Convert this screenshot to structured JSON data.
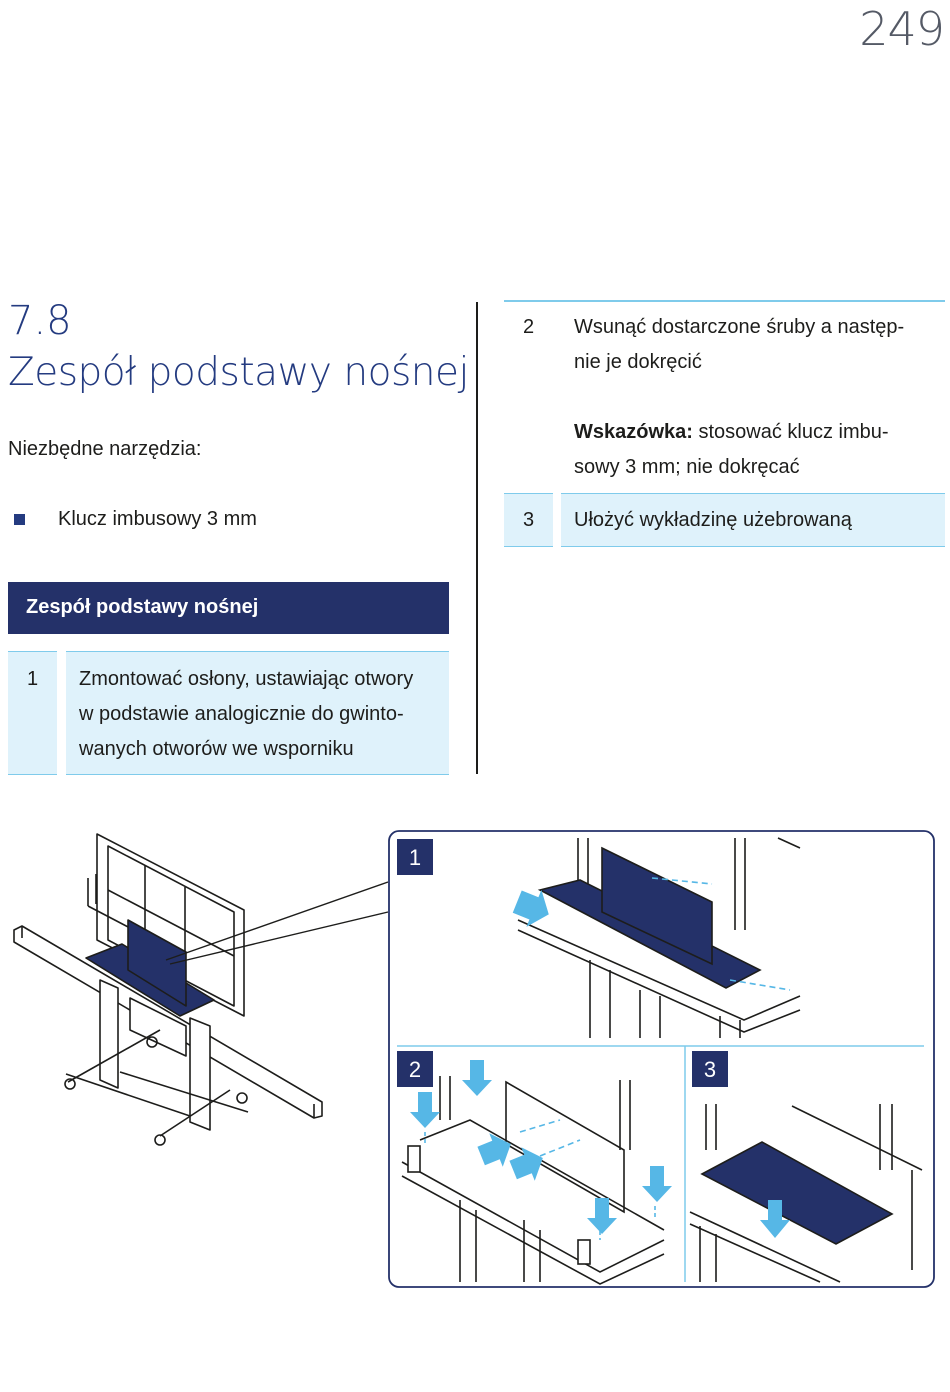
{
  "page_number": "249",
  "section": {
    "number": "7.8",
    "title": "Zespół podstawy nośnej"
  },
  "tools": {
    "label": "Niezbędne narzędzia:",
    "items": [
      "Klucz imbusowy 3 mm"
    ]
  },
  "table": {
    "header": "Zespół podstawy nośnej",
    "steps": [
      {
        "number": "1",
        "lines": [
          "Zmontować osłony, ustawiając otwory",
          "w podstawie analogicznie do gwinto-",
          "wanych otworów we wsporniku"
        ]
      },
      {
        "number": "2",
        "lines": [
          "Wsunąć dostarczone śruby a następ-",
          "nie je dokręcić"
        ],
        "note_label": "Wskazówka:",
        "note_lines": [
          " stosować klucz imbu-",
          "sowy 3 mm; nie dokręcać"
        ]
      },
      {
        "number": "3",
        "lines": [
          "Ułożyć wykładzinę użebrowaną"
        ]
      }
    ]
  },
  "figure": {
    "badges": [
      "1",
      "2",
      "3"
    ],
    "colors": {
      "panel_navy": "#243169",
      "arrow_blue": "#56b7e6",
      "frame_border": "#243169"
    }
  }
}
